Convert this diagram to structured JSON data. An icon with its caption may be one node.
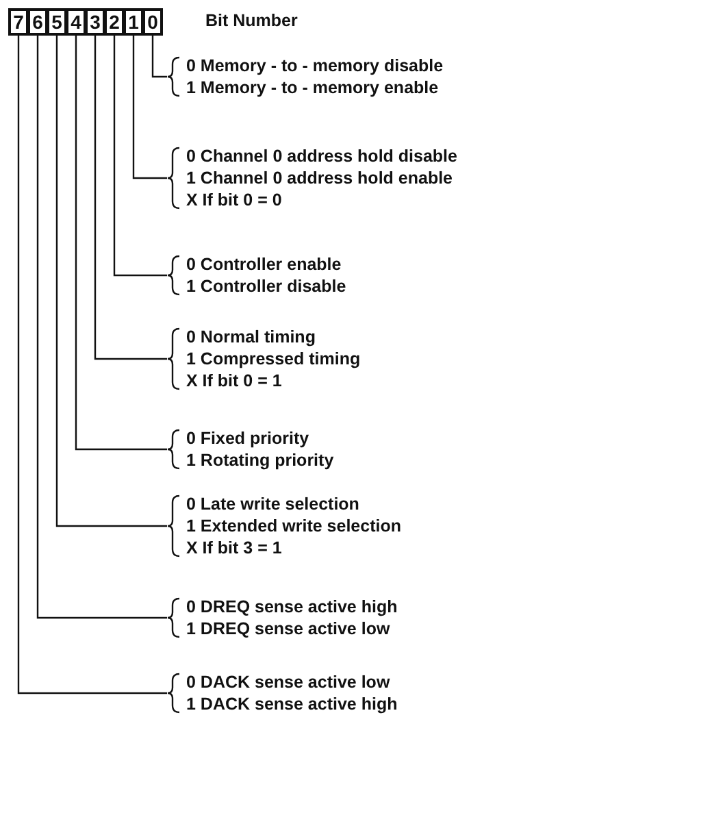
{
  "diagram": {
    "nodes": [
      {
        "text": [
          "7"
        ]
      },
      {
        "text": [
          "6"
        ]
      },
      {
        "text": [
          "5"
        ]
      },
      {
        "text": [
          "4"
        ]
      },
      {
        "text": [
          "3"
        ]
      },
      {
        "text": [
          "2"
        ]
      },
      {
        "text": [
          "1"
        ]
      },
      {
        "text": [
          "0"
        ]
      },
      {
        "text": [
          "0 Memory - to - memory disable",
          "1 Memory - to - memory enable"
        ]
      },
      {
        "text": [
          "0 Channel 0 address hold disable",
          "1 Channel 0 address hold enable",
          "X If bit 0 = 0"
        ]
      },
      {
        "text": [
          "0 Controller enable",
          "1 Controller disable"
        ]
      },
      {
        "text": [
          "0 Normal timing",
          "1 Compressed timing",
          "X If bit 0 = 1"
        ]
      },
      {
        "text": [
          "0 Fixed priority",
          "1 Rotating priority"
        ]
      },
      {
        "text": [
          "0 Late write selection",
          "1 Extended write selection",
          "X If bit 3 = 1"
        ]
      },
      {
        "text": [
          "0 DREQ sense active high",
          "1 DREQ sense active low"
        ]
      },
      {
        "text": [
          "0 DACK sense active low",
          "1 DACK sense active high"
        ]
      }
    ],
    "edges": [
      {
        "from": 7,
        "to": 8,
        "arrow": "none"
      },
      {
        "from": 6,
        "to": 9,
        "arrow": "none"
      },
      {
        "from": 5,
        "to": 10,
        "arrow": "none"
      },
      {
        "from": 4,
        "to": 11,
        "arrow": "none"
      },
      {
        "from": 3,
        "to": 12,
        "arrow": "none"
      },
      {
        "from": 2,
        "to": 13,
        "arrow": "none"
      },
      {
        "from": 1,
        "to": 14,
        "arrow": "none"
      },
      {
        "from": 0,
        "to": 15,
        "arrow": "none"
      }
    ],
    "labels": [
      "Bit Number"
    ]
  }
}
